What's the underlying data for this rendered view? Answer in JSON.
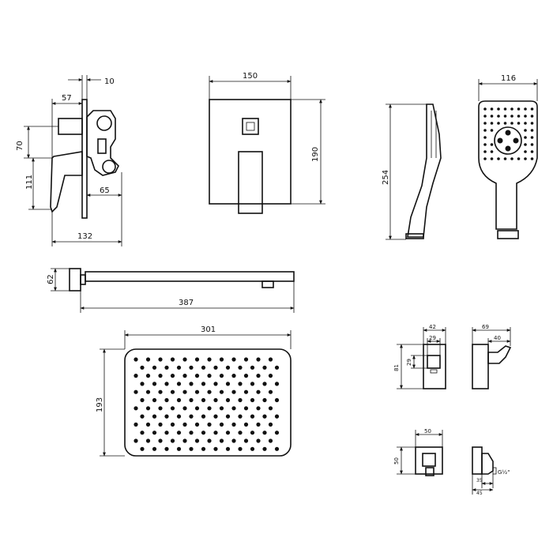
{
  "dimensions": {
    "mixer_side": {
      "top": "10",
      "depth": "57",
      "height_upper": "70",
      "height_lower": "111",
      "body_depth": "65",
      "overall_depth": "132"
    },
    "mixer_front": {
      "width": "150",
      "height": "190"
    },
    "handshower": {
      "length": "254",
      "head_width": "116"
    },
    "shower_arm": {
      "projection": "387",
      "flange": "62"
    },
    "head_shower": {
      "width": "301",
      "height": "193"
    },
    "holder_front": {
      "width": "42",
      "inner_width": "29",
      "inner_height": "29",
      "height": "81"
    },
    "holder_side": {
      "depth": "69",
      "hook": "40"
    },
    "outlet_front": {
      "width": "50",
      "height": "50"
    },
    "outlet_side": {
      "thread": "G½\"",
      "flange": "35",
      "depth": "45"
    }
  }
}
